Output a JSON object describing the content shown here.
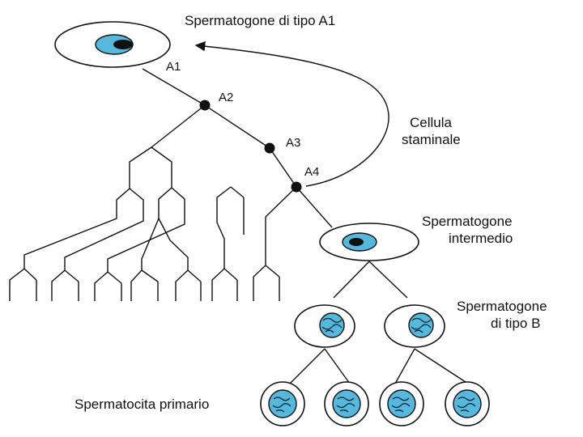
{
  "labels": {
    "a1_title": "Spermatogone di tipo A1",
    "node_a1": "A1",
    "node_a2": "A2",
    "node_a3": "A3",
    "node_a4": "A4",
    "stem_line1": "Cellula",
    "stem_line2": "staminale",
    "intermedio_line1": "Spermatogone",
    "intermedio_line2": "intermedio",
    "tipoB_line1": "Spermatogone",
    "tipoB_line2": "di tipo B",
    "primario": "Spermatocita primario"
  },
  "colors": {
    "nucleus": "#57b8dd",
    "line": "#111111"
  }
}
